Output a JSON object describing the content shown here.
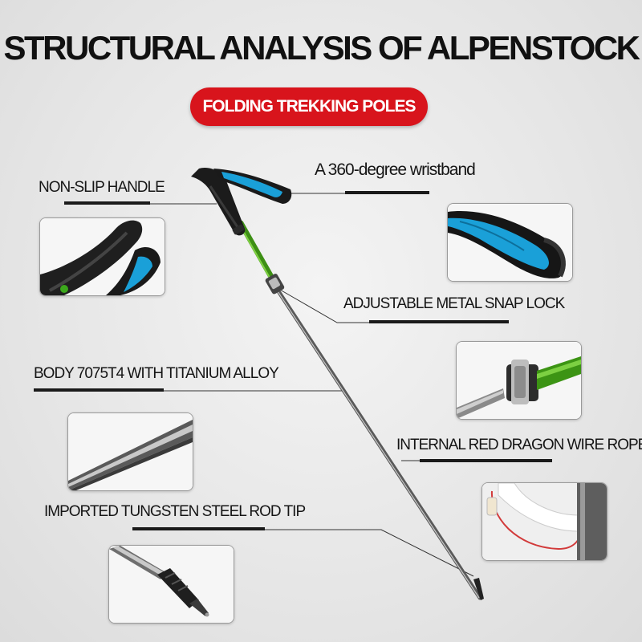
{
  "title": "STRUCTURAL ANALYSIS OF ALPENSTOCK",
  "badge": "FOLDING TREKKING POLES",
  "labels": {
    "handle": "NON-SLIP HANDLE",
    "wristband": "A 360-degree wristband",
    "snap_lock": "ADJUSTABLE METAL SNAP LOCK",
    "body": "BODY 7075T4 WITH TITANIUM ALLOY",
    "wire_rope": "INTERNAL RED DRAGON WIRE ROPE",
    "rod_tip": "IMPORTED TUNGSTEN STEEL ROD TIP"
  },
  "colors": {
    "badge": "#d8141c",
    "accent_blue": "#1aa0d8",
    "pole_green": "#4caf1a",
    "wire_red": "#d23a3a"
  }
}
